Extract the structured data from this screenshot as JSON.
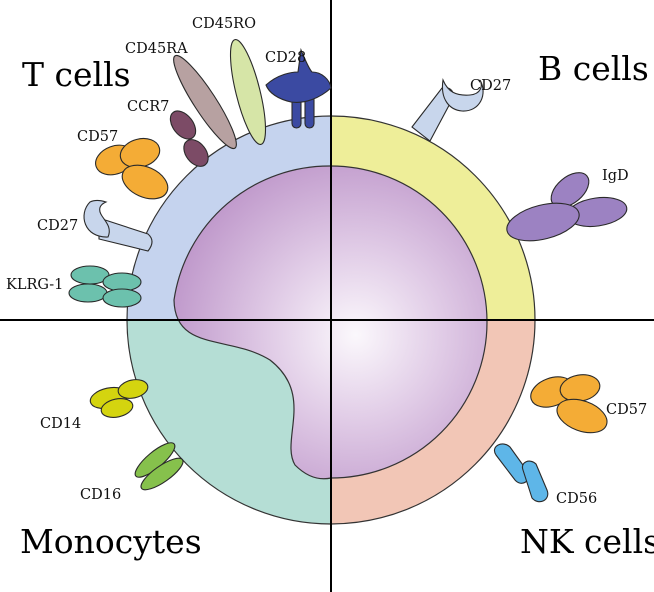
{
  "quadrants": {
    "t_cells": "T cells",
    "b_cells": "B cells",
    "monocytes": "Monocytes",
    "nk_cells": "NK cells"
  },
  "markers": {
    "t_cells": [
      "CD45RO",
      "CD45RA",
      "CD28",
      "CCR7",
      "CD57",
      "CD27",
      "KLRG-1"
    ],
    "b_cells": [
      "CD27",
      "IgD"
    ],
    "monocytes": [
      "CD14",
      "CD16"
    ],
    "nk_cells": [
      "CD57",
      "CD56"
    ]
  },
  "colors": {
    "t_cell_cytoplasm": "#c5d3ee",
    "b_cell_cytoplasm": "#eeee99",
    "monocyte_cytoplasm": "#b5ded5",
    "nk_cell_cytoplasm": "#f2c6b6",
    "nucleus": "#cba6d4"
  }
}
